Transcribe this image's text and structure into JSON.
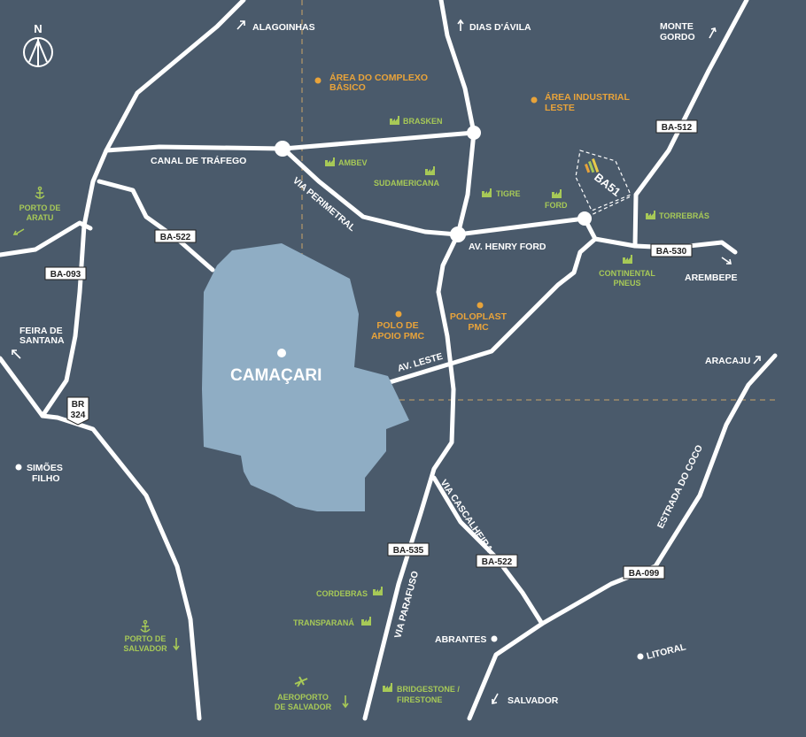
{
  "compass": {
    "label": "N"
  },
  "city": {
    "name": "CAMAÇARI"
  },
  "colors": {
    "background": "#4a5a6b",
    "city_area": "#8fadc4",
    "road": "#ffffff",
    "orange": "#e8a33a",
    "green": "#a7c957"
  },
  "directions": {
    "alagoinhas": "ALAGOINHAS",
    "dias_davila": "DIAS D'ÁVILA",
    "monte_gordo_1": "MONTE",
    "monte_gordo_2": "GORDO",
    "feira_1": "FEIRA DE",
    "feira_2": "SANTANA",
    "arembepe": "AREMBEPE",
    "aracaju": "ARACAJU",
    "salvador": "SALVADOR",
    "simoes_1": "SIMÕES",
    "simoes_2": "FILHO",
    "abrantes": "ABRANTES",
    "litoral": "LITORAL"
  },
  "roads": {
    "canal_trafego": "CANAL DE TRÁFEGO",
    "via_perimetral": "VIA PERIMETRAL",
    "av_henry_ford": "AV. HENRY FORD",
    "av_leste": "AV. LESTE",
    "via_cascalheira": "VIA CASCALHEIRA",
    "via_parafuso": "VIA PARAFUSO",
    "estrada_coco": "ESTRADA DO COCO"
  },
  "badges": {
    "ba522_w": "BA-522",
    "ba093": "BA-093",
    "br324_1": "BR",
    "br324_2": "324",
    "ba512": "BA-512",
    "ba530": "BA-530",
    "ba535": "BA-535",
    "ba522_s": "BA-522",
    "ba099": "BA-099"
  },
  "areas": {
    "complexo_1": "ÁREA DO COMPLEXO",
    "complexo_2": "BÁSICO",
    "industrial_1": "ÁREA INDUSTRIAL",
    "industrial_2": "LESTE",
    "polo_1": "POLO DE",
    "polo_2": "APOIO PMC",
    "poloplast_1": "POLOPLAST",
    "poloplast_2": "PMC"
  },
  "companies": {
    "brasken": "BRASKEN",
    "ambev": "AMBEV",
    "sudamericana": "SUDAMERICANA",
    "tigre": "TIGRE",
    "ford": "FORD",
    "torrebras": "TORREBRÁS",
    "continental_1": "CONTINENTAL",
    "continental_2": "PNEUS",
    "cordebras": "CORDEBRAS",
    "transparana": "TRANSPARANÁ",
    "bridgestone_1": "BRIDGESTONE /",
    "bridgestone_2": "FIRESTONE"
  },
  "ports": {
    "aratu_1": "PORTO DE",
    "aratu_2": "ARATU",
    "salvador_1": "PORTO DE",
    "salvador_2": "SALVADOR"
  },
  "airport": {
    "line1": "AEROPORTO",
    "line2": "DE SALVADOR"
  },
  "highlight": {
    "label": "BA51"
  }
}
